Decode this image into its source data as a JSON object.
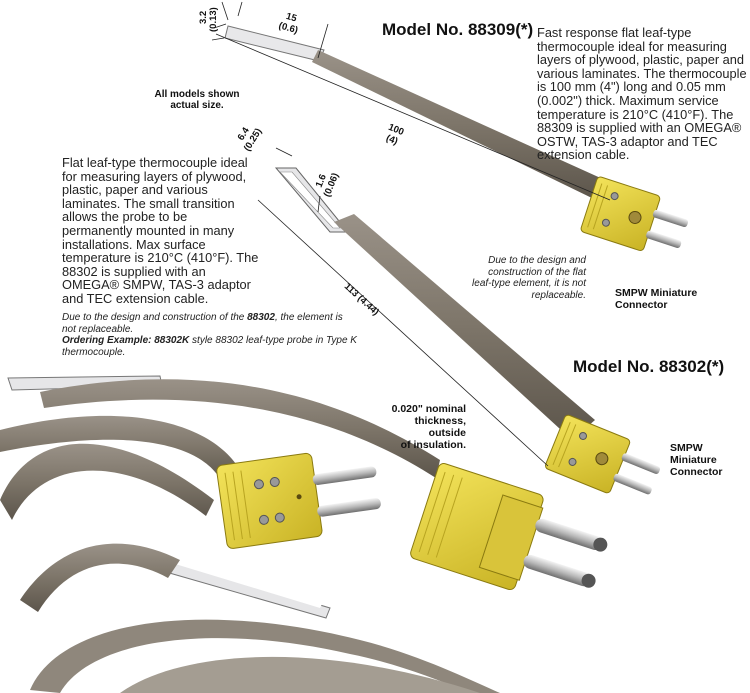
{
  "model_88309": {
    "title": "Model No. 88309(*)",
    "description": "Fast response flat leaf-type thermocouple ideal for measuring layers of plywood, plastic, paper and various laminates. The thermocouple is 100 mm (4\") long and 0.05 mm (0.002\") thick. Maximum service temperature is 210°C (410°F). The 88309 is supplied with an OMEGA® OSTW, TAS-3 adaptor and TEC extension cable.",
    "note": "Due to the design and construction of the flat leaf-type element, it is not replaceable.",
    "connector_label_line1": "SMPW Miniature",
    "connector_label_line2": "Connector",
    "dims": {
      "width_mm": "3.2",
      "width_in": "(0.13)",
      "tip_mm": "15",
      "tip_in": "(0.6)",
      "length_mm": "100",
      "length_in": "(4)"
    }
  },
  "actual_size_line1": "All models shown",
  "actual_size_line2": "actual size.",
  "model_88302": {
    "title": "Model No. 88302(*)",
    "description": "Flat leaf-type thermocouple ideal for measuring layers of plywood, plastic, paper and various laminates. The small transition allows the probe to be permanently mounted in many installations. Max surface temperature is 210°C (410°F). The 88302 is supplied with an OMEGA® SMPW, TAS-3 adaptor and TEC extension cable.",
    "note_prefix": "Due to the design and construction of the ",
    "note_model": "88302",
    "note_suffix": ", the element is not replaceable.",
    "ordering_label": "Ordering Example:",
    "ordering_code": "88302K",
    "ordering_text": " style 88302 leaf-type probe in Type K thermocouple.",
    "connector_label_line1": "SMPW",
    "connector_label_line2": "Miniature",
    "connector_label_line3": "Connector",
    "dims": {
      "width_mm": "6.4",
      "width_in": "(0.25)",
      "tip_mm": "1.6",
      "tip_in": "(0.06)",
      "length": "113 (4.44)"
    }
  },
  "insulation_note_line1": "0.020\" nominal",
  "insulation_note_line2": "thickness, outside",
  "insulation_note_line3": "of insulation."
}
